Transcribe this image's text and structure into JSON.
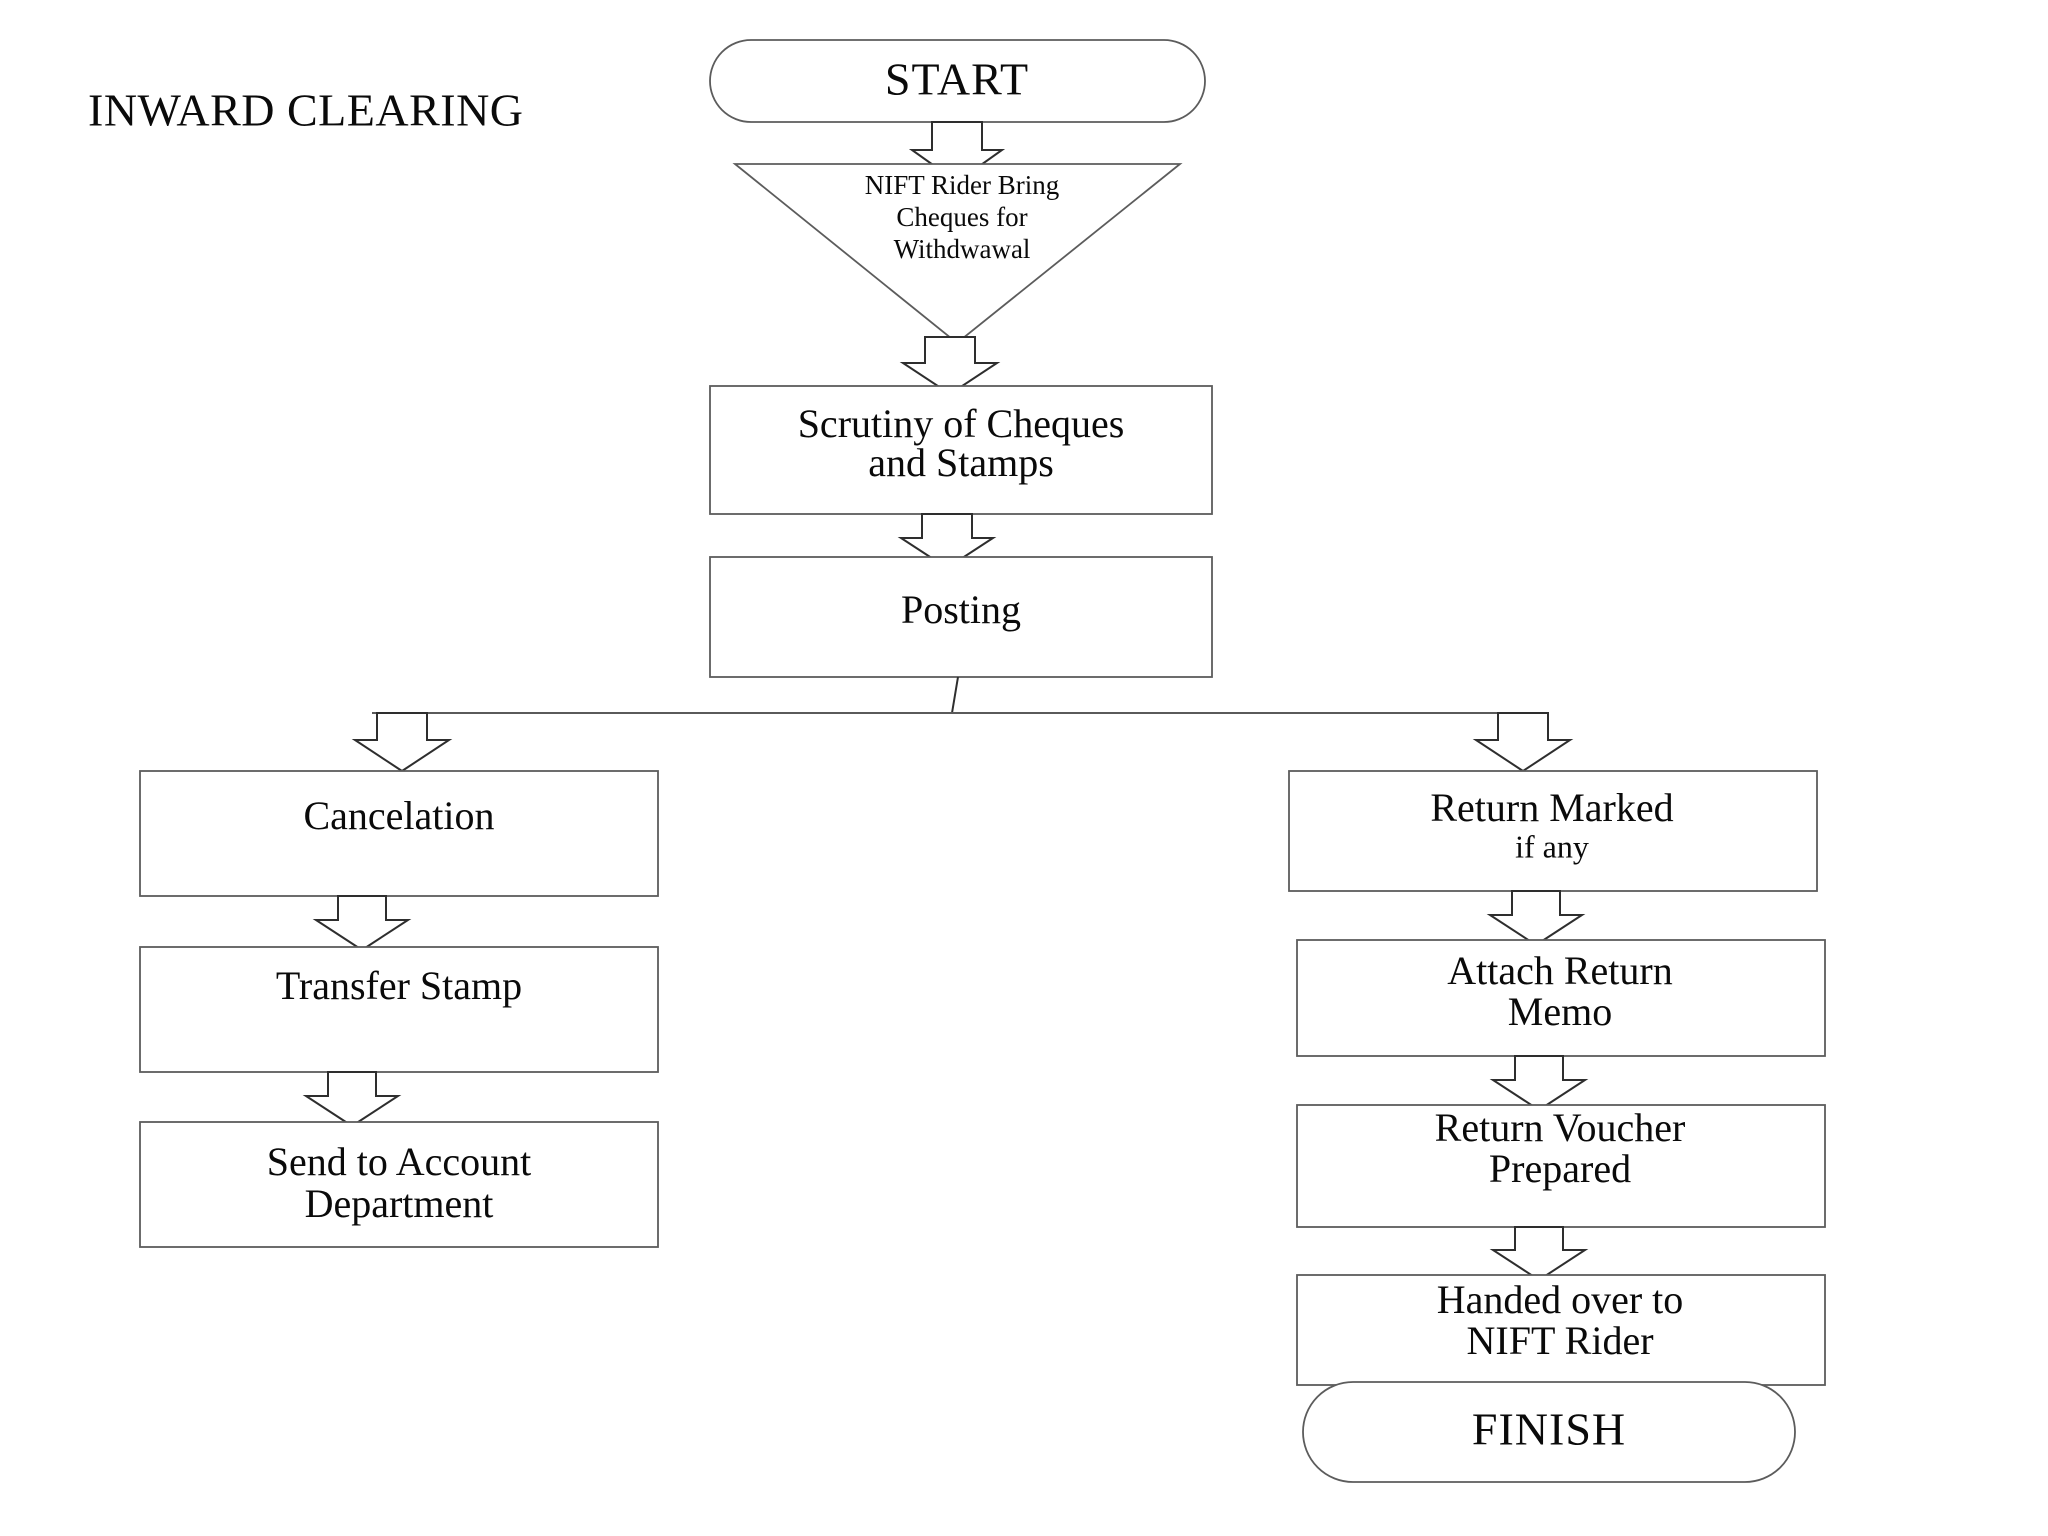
{
  "diagram": {
    "title": "INWARD CLEARING",
    "background_color": "#ffffff",
    "line_color": "#3a3a3a",
    "text_color": "#0a0a0a",
    "nodes": {
      "start": {
        "label": "START",
        "shape": "stadium"
      },
      "trigger": {
        "line1": "NIFT Rider Bring",
        "line2": "Cheques for",
        "line3": "Withdwawal",
        "shape": "triangle-down"
      },
      "scrutiny": {
        "line1": "Scrutiny of Cheques",
        "line2": "and Stamps",
        "shape": "rectangle"
      },
      "posting": {
        "line1": "Posting",
        "shape": "rectangle"
      },
      "cancelation": {
        "line1": "Cancelation",
        "shape": "rectangle"
      },
      "transfer_stamp": {
        "line1": "Transfer Stamp",
        "shape": "rectangle"
      },
      "send_account": {
        "line1": "Send to Account",
        "line2": "Department",
        "shape": "rectangle"
      },
      "return_marked": {
        "line1": "Return Marked",
        "line2": "if any",
        "shape": "rectangle"
      },
      "attach_memo": {
        "line1": "Attach Return",
        "line2": "Memo",
        "shape": "rectangle"
      },
      "return_voucher": {
        "line1": "Return Voucher",
        "line2": "Prepared",
        "shape": "rectangle"
      },
      "handed_over": {
        "line1": "Handed over to",
        "line2": "NIFT Rider",
        "shape": "rectangle"
      },
      "finish": {
        "label": "FINISH",
        "shape": "stadium"
      }
    },
    "edges": [
      {
        "from": "start",
        "to": "trigger",
        "style": "block-arrow-down"
      },
      {
        "from": "trigger",
        "to": "scrutiny",
        "style": "block-arrow-down"
      },
      {
        "from": "scrutiny",
        "to": "posting",
        "style": "block-arrow-down"
      },
      {
        "from": "posting",
        "to": "branch-rail",
        "style": "line"
      },
      {
        "from": "branch-rail",
        "to": "cancelation",
        "style": "block-arrow-down"
      },
      {
        "from": "branch-rail",
        "to": "return_marked",
        "style": "block-arrow-down"
      },
      {
        "from": "cancelation",
        "to": "transfer_stamp",
        "style": "block-arrow-down"
      },
      {
        "from": "transfer_stamp",
        "to": "send_account",
        "style": "block-arrow-down"
      },
      {
        "from": "return_marked",
        "to": "attach_memo",
        "style": "block-arrow-down"
      },
      {
        "from": "attach_memo",
        "to": "return_voucher",
        "style": "block-arrow-down"
      },
      {
        "from": "return_voucher",
        "to": "handed_over",
        "style": "block-arrow-down"
      },
      {
        "from": "handed_over",
        "to": "finish",
        "style": "block-arrow-down"
      }
    ]
  }
}
